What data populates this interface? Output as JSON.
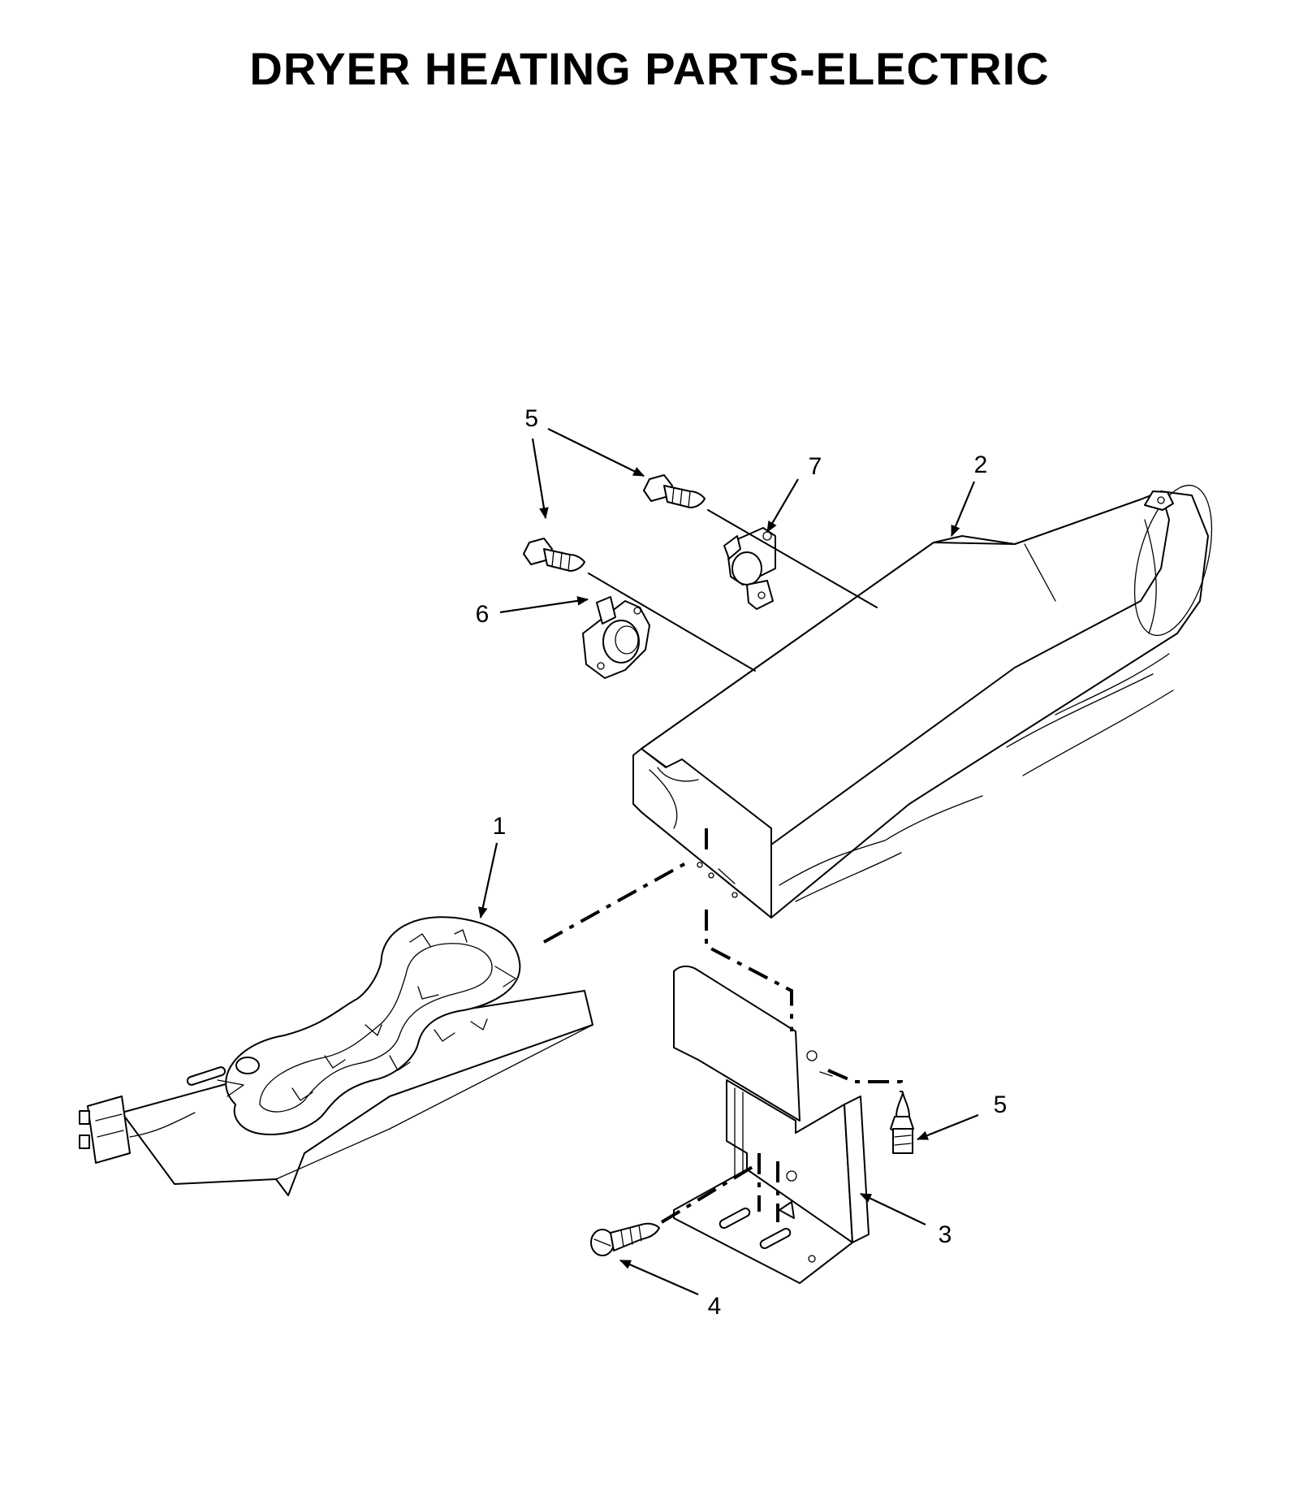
{
  "title": "DRYER HEATING PARTS-ELECTRIC",
  "callouts": {
    "element": "1",
    "housing": "2",
    "bracket": "3",
    "screw_bracket": "4",
    "screw_top_left": "5",
    "screw_top_right": "5",
    "screw_bracket_right": "5",
    "thermostat_round": "6",
    "thermal_cutoff": "7"
  }
}
